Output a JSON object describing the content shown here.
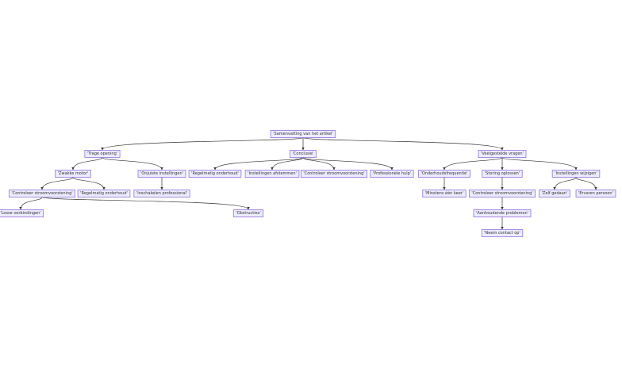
{
  "nodes": [
    {
      "id": "root",
      "label": "'Samenvatting van het artikel'"
    },
    {
      "id": "n1",
      "label": "'Trage opening'"
    },
    {
      "id": "n2",
      "label": "'Conclusie'"
    },
    {
      "id": "n3",
      "label": "'Veelgestelde vragen'"
    },
    {
      "id": "n1a",
      "label": "'Zwakke motor'"
    },
    {
      "id": "n1b",
      "label": "'Onjuiste instellingen'"
    },
    {
      "id": "n2a",
      "label": "'Regelmatig onderhoud'"
    },
    {
      "id": "n2b",
      "label": "'Instellingen afstemmen'"
    },
    {
      "id": "n2c",
      "label": "'Controleer stroomvoorziening'"
    },
    {
      "id": "n2d",
      "label": "'Professionele hulp'"
    },
    {
      "id": "n3a",
      "label": "'Onderhoudsfrequentie'"
    },
    {
      "id": "n3b",
      "label": "'Storing oplossen'"
    },
    {
      "id": "n3c",
      "label": "'Instellingen wijzigen'"
    },
    {
      "id": "n1a1",
      "label": "'Controleer stroomvoorziening'"
    },
    {
      "id": "n1a2",
      "label": "'Regelmatig onderhoud'"
    },
    {
      "id": "n1b1",
      "label": "'Inschakelen professional'"
    },
    {
      "id": "n3a1",
      "label": "'Minstens één keer'"
    },
    {
      "id": "n3b1",
      "label": "'Controleer stroomvoorziening'"
    },
    {
      "id": "n3c1",
      "label": "'Zelf gedaan'"
    },
    {
      "id": "n3c2",
      "label": "'Ervaren persoon'"
    },
    {
      "id": "n1a1a",
      "label": "'Losse verbindingen'"
    },
    {
      "id": "n1a1b",
      "label": "'Obstructies'"
    },
    {
      "id": "n3b1a",
      "label": "'Aanhoudende problemen'"
    },
    {
      "id": "n3b1a1",
      "label": "'Neem contact op'"
    }
  ],
  "edges": [
    [
      "root",
      "n1"
    ],
    [
      "root",
      "n2"
    ],
    [
      "root",
      "n3"
    ],
    [
      "n1",
      "n1a"
    ],
    [
      "n1",
      "n1b"
    ],
    [
      "n2",
      "n2a"
    ],
    [
      "n2",
      "n2b"
    ],
    [
      "n2",
      "n2c"
    ],
    [
      "n2",
      "n2d"
    ],
    [
      "n3",
      "n3a"
    ],
    [
      "n3",
      "n3b"
    ],
    [
      "n3",
      "n3c"
    ],
    [
      "n1a",
      "n1a1"
    ],
    [
      "n1a",
      "n1a2"
    ],
    [
      "n1b",
      "n1b1"
    ],
    [
      "n3a",
      "n3a1"
    ],
    [
      "n3b",
      "n3b1"
    ],
    [
      "n3c",
      "n3c1"
    ],
    [
      "n3c",
      "n3c2"
    ],
    [
      "n1a1",
      "n1a1a"
    ],
    [
      "n1a1",
      "n1a1b"
    ],
    [
      "n3b1",
      "n3b1a"
    ],
    [
      "n3b1a",
      "n3b1a1"
    ]
  ]
}
